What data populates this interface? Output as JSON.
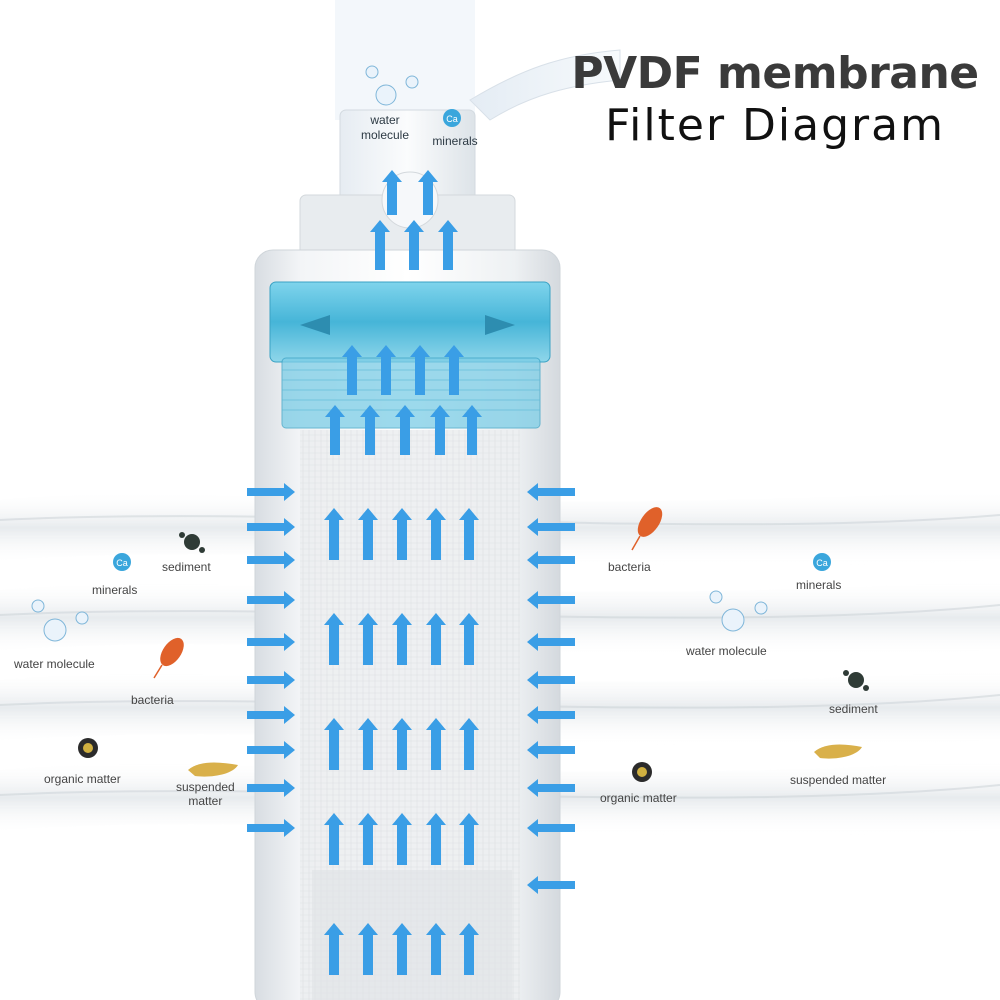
{
  "title": {
    "line1": "PVDF membrane",
    "line2": "Filter Diagram"
  },
  "outlet_labels": {
    "water_molecule": "water\nmolecule",
    "minerals": "minerals",
    "mineral_symbol": "Ca"
  },
  "left_labels": {
    "minerals": "minerals",
    "sediment": "sediment",
    "water_molecule": "water molecule",
    "bacteria": "bacteria",
    "organic_matter": "organic matter",
    "suspended_matter": "suspended\nmatter"
  },
  "right_labels": {
    "bacteria": "bacteria",
    "minerals": "minerals",
    "water_molecule": "water molecule",
    "sediment": "sediment",
    "suspended_matter": "suspended matter",
    "organic_matter": "organic matter"
  },
  "colors": {
    "arrow": "#3a9ee6",
    "cap": "#4fbfdc",
    "housing": "#e9ecef",
    "membrane": "#dcdfe2",
    "bacteria": "#e0612a",
    "sediment": "#2f3b36",
    "suspended": "#d9b04a",
    "mineral": "#3aa6dc"
  }
}
